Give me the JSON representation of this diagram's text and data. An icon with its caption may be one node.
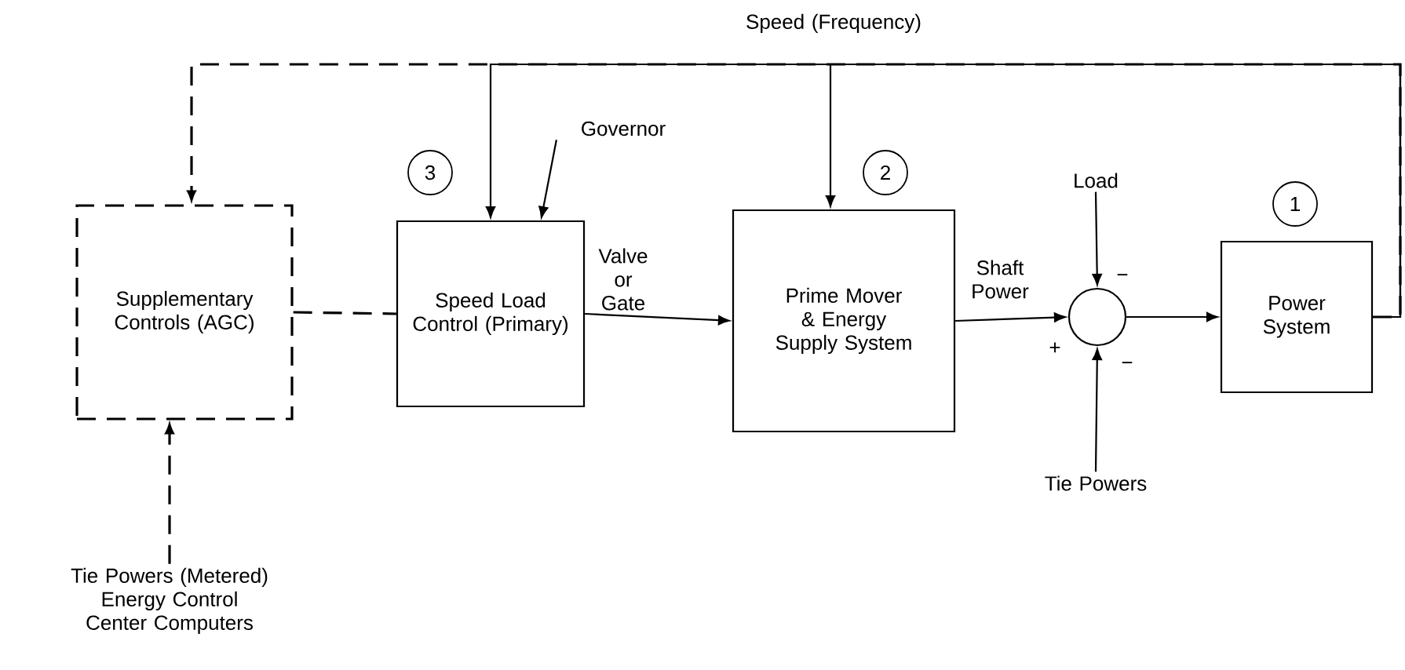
{
  "diagram": {
    "nodes": [
      {
        "text": [
          "Supplementary Controls (AGC)"
        ]
      },
      {
        "text": [
          "Speed Load Control (Primary)"
        ]
      },
      {
        "text": [
          "Prime Mover & Energy Supply System"
        ]
      },
      {
        "text": [],
        "shape": "circle"
      },
      {
        "text": [
          "Power System"
        ]
      },
      {
        "text": [
          "Governor"
        ]
      },
      {
        "text": [
          "Load"
        ]
      },
      {
        "text": [
          "Tie Powers"
        ]
      },
      {
        "text": [
          "Tie Powers (Metered) Energy Control Center Computers"
        ]
      },
      {
        "text": [
          "3"
        ]
      },
      {
        "text": [
          "2"
        ]
      },
      {
        "text": [
          "1"
        ]
      }
    ],
    "edges": [
      {
        "from": 0,
        "to": 1,
        "arrow": "none",
        "style": "dashed"
      },
      {
        "from": 1,
        "to": 2,
        "arrow": "to",
        "label": "Valve or Gate"
      },
      {
        "from": 2,
        "to": 3,
        "arrow": "to",
        "label": "Shaft Power"
      },
      {
        "from": 3,
        "to": 4,
        "arrow": "to"
      },
      {
        "from": 6,
        "to": 3,
        "arrow": "to"
      },
      {
        "from": 7,
        "to": 3,
        "arrow": "to"
      },
      {
        "from": 5,
        "to": 1,
        "arrow": "to"
      },
      {
        "from": 8,
        "to": 0,
        "arrow": "to",
        "style": "dashed"
      },
      {
        "from": 4,
        "to": 0,
        "arrow": "to",
        "style": "dashed"
      },
      {
        "from": 4,
        "to": 1,
        "arrow": "to"
      },
      {
        "from": 4,
        "to": 2,
        "arrow": "to",
        "label": "Speed (Frequency)"
      }
    ],
    "labels": [
      "−",
      "+",
      "−"
    ]
  }
}
